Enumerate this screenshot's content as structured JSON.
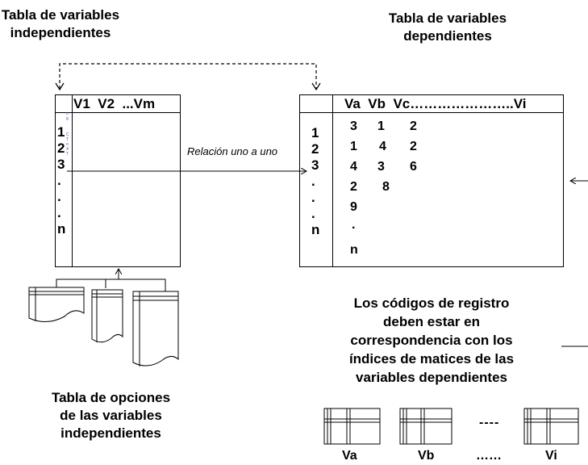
{
  "independent_title": [
    "Tabla de variables",
    "independientes"
  ],
  "dependent_title": [
    "Tabla de variables",
    "dependientes"
  ],
  "indep_table": {
    "header": "V1  V2  ...Vm",
    "row_labels": [
      "1",
      "2",
      "3",
      ".",
      ".",
      ".",
      "n"
    ],
    "tiny_labels": [
      "o",
      "g",
      "C",
      "T",
      "o",
      "X",
      "T"
    ]
  },
  "relation_label": "Relación uno a uno",
  "dep_table": {
    "header": "Va  Vb  Vc…………………..Vi",
    "row_labels": [
      "1",
      "2",
      "3",
      ".",
      ".",
      ".",
      "n"
    ],
    "rows": [
      [
        "3",
        "1",
        "2"
      ],
      [
        "1",
        "4",
        "2"
      ],
      [
        "4",
        "3",
        "6"
      ],
      [
        "2",
        "8",
        ""
      ],
      [
        "9",
        "",
        ""
      ],
      [
        ".",
        "",
        ""
      ],
      [
        "n",
        "",
        ""
      ]
    ]
  },
  "options_caption": [
    "Tabla de opciones",
    "de las variables",
    "independientes"
  ],
  "codes_note": [
    "Los códigos de registro",
    "deben estar en",
    "correspondencia con los",
    "índices de matices de las",
    "variables dependientes"
  ],
  "matrix_labels": [
    "Va",
    "Vb",
    "……",
    "Vi"
  ],
  "matrix_dashes": "----"
}
